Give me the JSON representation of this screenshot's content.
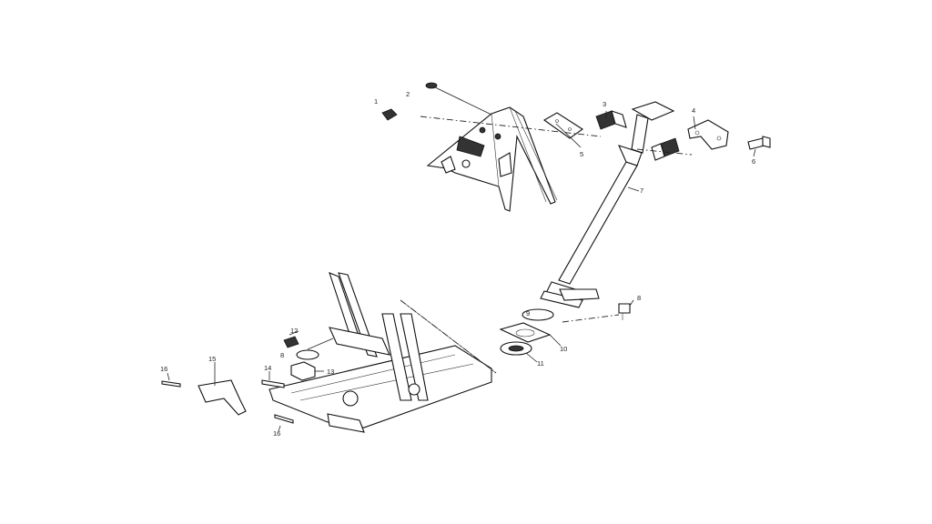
{
  "callouts": [
    "1",
    "2",
    "3",
    "4",
    "5",
    "6",
    "7",
    "8",
    "9",
    "10",
    "11",
    "12",
    "8",
    "13",
    "14",
    "15",
    "16",
    "16"
  ]
}
